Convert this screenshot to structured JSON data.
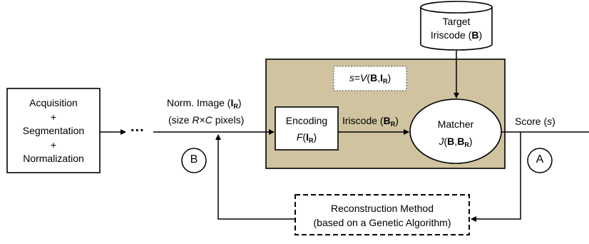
{
  "acquisition_box": {
    "lines": [
      "Acquisition",
      "+",
      "Segmentation",
      "+",
      "Normalization"
    ]
  },
  "ellipsis": "...",
  "norm_image": {
    "prefix": "Norm. Image (",
    "symbol": "I",
    "subscript": "R",
    "suffix": ")",
    "size_prefix": "(size ",
    "size_var1": "R",
    "size_times": "×",
    "size_var2": "C",
    "size_suffix": " pixels)"
  },
  "marker_b": "B",
  "marker_a": "A",
  "formula_box": {
    "s": "s",
    "eq": "=",
    "V": "V",
    "open": "(",
    "B": "B",
    "comma": ",",
    "I": "I",
    "sub": "R",
    "close": ")"
  },
  "encoding": {
    "title": "Encoding",
    "F": "F",
    "open": "(",
    "I": "I",
    "sub": "R",
    "close": ")"
  },
  "iriscode": {
    "prefix": "Iriscode (",
    "B": "B",
    "sub": "R",
    "suffix": ")"
  },
  "matcher": {
    "title": "Matcher",
    "J": "J",
    "open": "(",
    "B1": "B",
    "comma": ",",
    "B2": "B",
    "sub": "R",
    "close": ")"
  },
  "target": {
    "line1": "Target",
    "line2_prefix": "Iriscode (",
    "B": "B",
    "line2_suffix": ")"
  },
  "score": {
    "prefix": "Score (",
    "s": "s",
    "suffix": ")"
  },
  "reconstruction": {
    "line1": "Reconstruction Method",
    "line2": "(based on a Genetic Algorithm)"
  },
  "colors": {
    "system_fill": "#cfc3a0",
    "stroke": "#000000",
    "formula_border": "#555555"
  }
}
